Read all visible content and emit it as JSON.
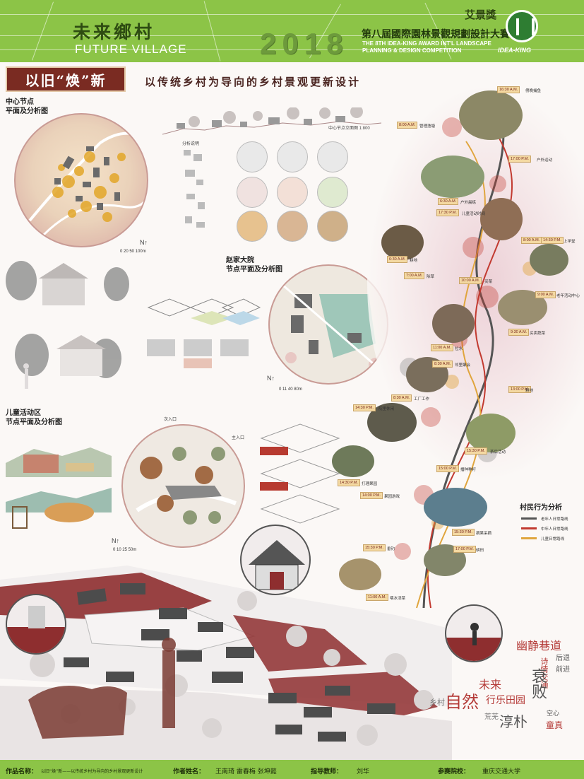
{
  "header": {
    "brand_cn": "未来鄉村",
    "brand_en": "FUTURE VILLAGE",
    "year": "2018",
    "award_name": "艾景獎",
    "award_cn": "第八屆國際園林景觀規劃設計大賽",
    "award_en_line1": "THE 8TH IDEA-KING AWARD INT'L LANDSCAPE",
    "award_en_line2": "PLANNING & DESIGN COMPETITION",
    "logo_text": "IDEA-KING"
  },
  "title": {
    "main": "以旧“焕”新",
    "subtitle": "以传统乡村为导向的乡村景观更新设计"
  },
  "sections": {
    "center_node": "中心节点\n平面及分析图",
    "zhao_courtyard": "赵家大院\n节点平面及分析图",
    "children_area": "儿童活动区\n节点平面及分析图",
    "behavior": "村民行为分析"
  },
  "legend": [
    {
      "label": "老年人日常路线",
      "color": "#555555"
    },
    {
      "label": "中年人日常路线",
      "color": "#c23a30"
    },
    {
      "label": "儿童日常路线",
      "color": "#e0a53d"
    }
  ],
  "timeline": [
    {
      "time": "16:30 A.M.",
      "label": "傍晚捕鱼"
    },
    {
      "time": "8:00 A.M.",
      "label": "管理渔塘"
    },
    {
      "time": "17:00 P.M.",
      "label": "户外运动"
    },
    {
      "time": "6:30 A.M.",
      "label": "户外晨练"
    },
    {
      "time": "17:30 P.M.",
      "label": "儿童活动时间"
    },
    {
      "time": "8:00 A.M.",
      "label": ""
    },
    {
      "time": "14:30 P.M.",
      "label": "上学堂"
    },
    {
      "time": "6:30 A.M.",
      "label": "耕地"
    },
    {
      "time": "7:00 A.M.",
      "label": "除草"
    },
    {
      "time": "10:00 A.M.",
      "label": "买菜"
    },
    {
      "time": "9:00 A.M.",
      "label": "老年活动中心"
    },
    {
      "time": "9:30 A.M.",
      "label": "买卖蔬菜"
    },
    {
      "time": "11:00 A.M.",
      "label": "拉水"
    },
    {
      "time": "8:30 A.M.",
      "label": "邻里聚会"
    },
    {
      "time": "8:30 A.M.",
      "label": "工厂工作"
    },
    {
      "time": "13:00 P.M.",
      "label": "耕地"
    },
    {
      "time": "14:30 P.M.",
      "label": "院里休闲"
    },
    {
      "time": "15:30 P.M.",
      "label": "茶后活动"
    },
    {
      "time": "15:00 P.M.",
      "label": "播种种籽"
    },
    {
      "time": "14:30 P.M.",
      "label": "打理果园"
    },
    {
      "time": "14:00 P.M.",
      "label": "果园游戏"
    },
    {
      "time": "15:30 P.M.",
      "label": "摘果采摘"
    },
    {
      "time": "15:30 P.M.",
      "label": "垂钓"
    },
    {
      "time": "17:00 P.M.",
      "label": "耕田"
    },
    {
      "time": "11:00 A.M.",
      "label": "喂水浇菜"
    }
  ],
  "scales": {
    "center": "0  20  50  100m",
    "zhao": "0  11  40  80m",
    "children": "0  10  25  50m"
  },
  "small_labels": {
    "elevation": "中心节点立面图 1:800",
    "analysis": "分析说明",
    "entry1": "次入口",
    "entry2": "主入口"
  },
  "creative_words": {
    "w1": "幽静巷道",
    "w2": "后退",
    "w3": "前进",
    "w4": "未来",
    "w5": "诗情交通",
    "w6": "自然",
    "w7": "行乐田园",
    "w8": "荒芜",
    "w9": "淳朴",
    "w10": "童真",
    "w11": "空心",
    "w12": "乡村",
    "w13": "衰败"
  },
  "footer": {
    "work_label": "作品名称：",
    "work_name": "以旧“焕”新——以传统乡村为导向的乡村景观更新设计",
    "author_label": "作者姓名：",
    "authors": "王南琦   雷春梅   张坤懿",
    "advisor_label": "指导教师：",
    "advisor": "刘华",
    "school_label": "参赛院校：",
    "school": "重庆交通大学"
  },
  "colors": {
    "header_green": "#8cc447",
    "accent_red": "#7a2b22",
    "route_gray": "#555555",
    "route_red": "#c23a30",
    "route_yellow": "#e0a53d"
  }
}
